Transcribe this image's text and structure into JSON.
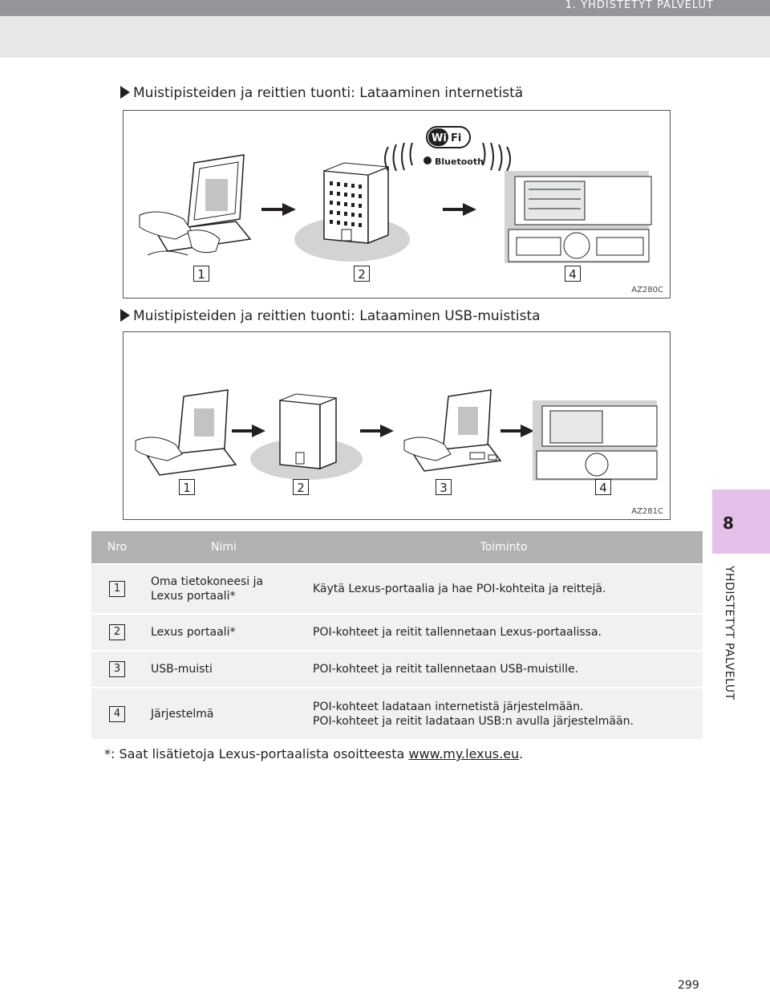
{
  "header": {
    "chapter_title": "1. YHDISTETYT PALVELUT"
  },
  "side_tab": {
    "number": "8",
    "vertical_label": "YHDISTETYT PALVELUT"
  },
  "section1": {
    "heading": "Muistipisteiden ja reittien tuonti: Lataaminen internetistä",
    "figure_code": "AZ280C",
    "wifi_label": "Wi Fi",
    "bluetooth_label": "Bluetooth",
    "steps": [
      "1",
      "2",
      "4"
    ]
  },
  "section2": {
    "heading": "Muistipisteiden ja reittien tuonti: Lataaminen USB-muistista",
    "figure_code": "AZ281C",
    "steps": [
      "1",
      "2",
      "3",
      "4"
    ]
  },
  "table": {
    "headers": [
      "Nro",
      "Nimi",
      "Toiminto"
    ],
    "rows": [
      {
        "nro": "1",
        "nimi": "Oma tietokoneesi ja Lexus portaali*",
        "toiminto": "Käytä Lexus-portaalia ja hae POI-kohteita ja reittejä."
      },
      {
        "nro": "2",
        "nimi": "Lexus portaali*",
        "toiminto": "POI-kohteet ja reitit tallennetaan Lexus-portaalissa."
      },
      {
        "nro": "3",
        "nimi": "USB-muisti",
        "toiminto": "POI-kohteet ja reitit tallennetaan USB-muistille."
      },
      {
        "nro": "4",
        "nimi": "Järjestelmä",
        "toiminto": "POI-kohteet ladataan internetistä järjestelmään.\nPOI-kohteet ja reitit ladataan USB:n avulla järjestelmään."
      }
    ]
  },
  "footnote": {
    "text": "*: Saat lisätietoja Lexus-portaalista osoitteesta ",
    "link": "www.my.lexus.eu",
    "end": "."
  },
  "page_number": "299"
}
